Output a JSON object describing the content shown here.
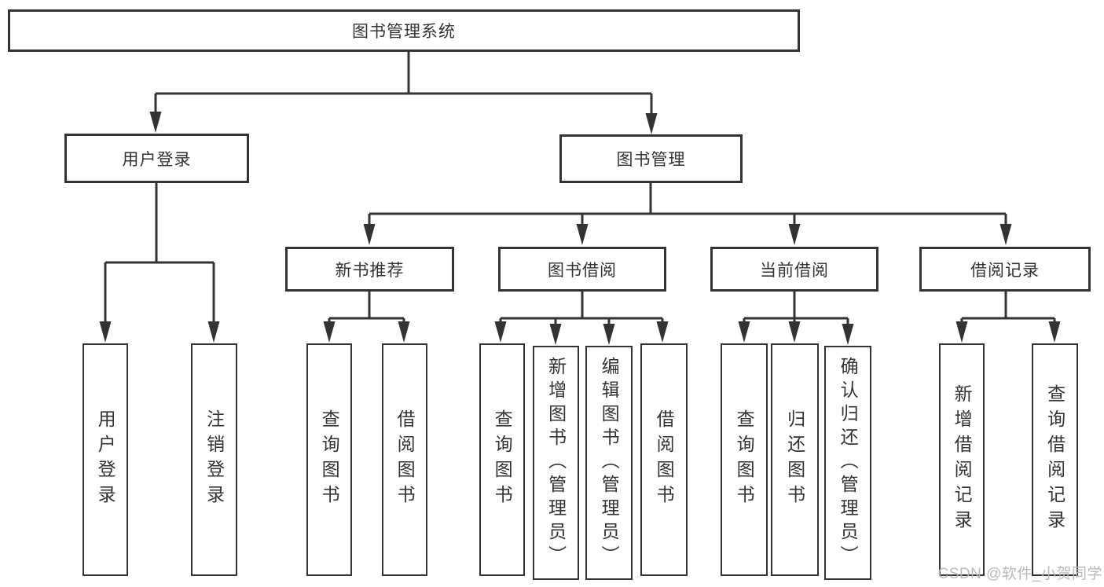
{
  "tree": {
    "root": "图书管理系统",
    "children": [
      {
        "label": "用户登录",
        "children": [
          "用户登录",
          "注销登录"
        ]
      },
      {
        "label": "图书管理",
        "children": [
          {
            "label": "新书推荐",
            "children": [
              "查询图书",
              "借阅图书"
            ]
          },
          {
            "label": "图书借阅",
            "children": [
              "查询图书",
              "新增图书（管理员）",
              "编辑图书（管理员）",
              "借阅图书"
            ]
          },
          {
            "label": "当前借阅",
            "children": [
              "查询图书",
              "归还图书",
              "确认归还（管理员）"
            ]
          },
          {
            "label": "借阅记录",
            "children": [
              "新增借阅记录",
              "查询借阅记录"
            ]
          }
        ]
      }
    ]
  },
  "watermark": {
    "text": "CSDN @软件_小贺同学"
  }
}
